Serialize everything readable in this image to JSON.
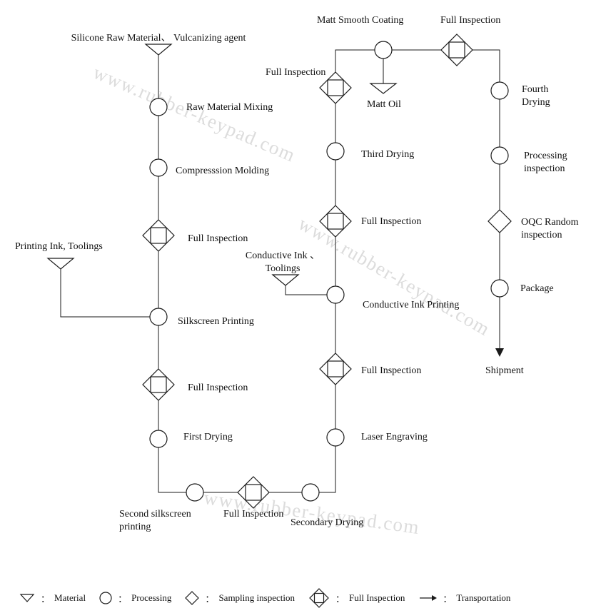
{
  "watermark": "www.rubber-keypad.com",
  "labels": {
    "silicone_material": "Silicone Raw Material、 Vulcanizing agent",
    "raw_material_mixing": "Raw Material Mixing",
    "compression_molding": "Compresssion Molding",
    "full_inspection_1": "Full Inspection",
    "printing_ink_toolings": "Printing Ink, Toolings",
    "silkscreen_printing": "Silkscreen Printing",
    "full_inspection_2": "Full Inspection",
    "first_drying": "First Drying",
    "second_silkscreen_printing": "Second silkscreen\nprinting",
    "full_inspection_3": "Full Inspection",
    "secondary_drying": "Secondary Drying",
    "laser_engraving": "Laser Engraving",
    "full_inspection_4": "Full Inspection",
    "conductive_ink_toolings": "Conductive Ink 、\nToolings",
    "conductive_ink_printing": "Conductive Ink Printing",
    "full_inspection_5": "Full Inspection",
    "third_drying": "Third Drying",
    "full_inspection_6": "Full Inspection",
    "matt_smooth_coating": "Matt Smooth Coating",
    "matt_oil": "Matt Oil",
    "full_inspection_7": "Full Inspection",
    "fourth_drying": "Fourth\nDrying",
    "processing_inspection": "Processing\ninspection",
    "oqc_random_inspection": "OQC Random\ninspection",
    "package": "Package",
    "shipment": "Shipment"
  },
  "legend": {
    "separator": "：",
    "items": [
      {
        "symbol": "material-triangle",
        "label": "Material"
      },
      {
        "symbol": "processing-circle",
        "label": "Processing"
      },
      {
        "symbol": "sampling-diamond",
        "label": "Sampling inspection"
      },
      {
        "symbol": "full-inspection-diamond",
        "label": "Full Inspection"
      },
      {
        "symbol": "transportation-arrow",
        "label": "Transportation"
      }
    ]
  }
}
